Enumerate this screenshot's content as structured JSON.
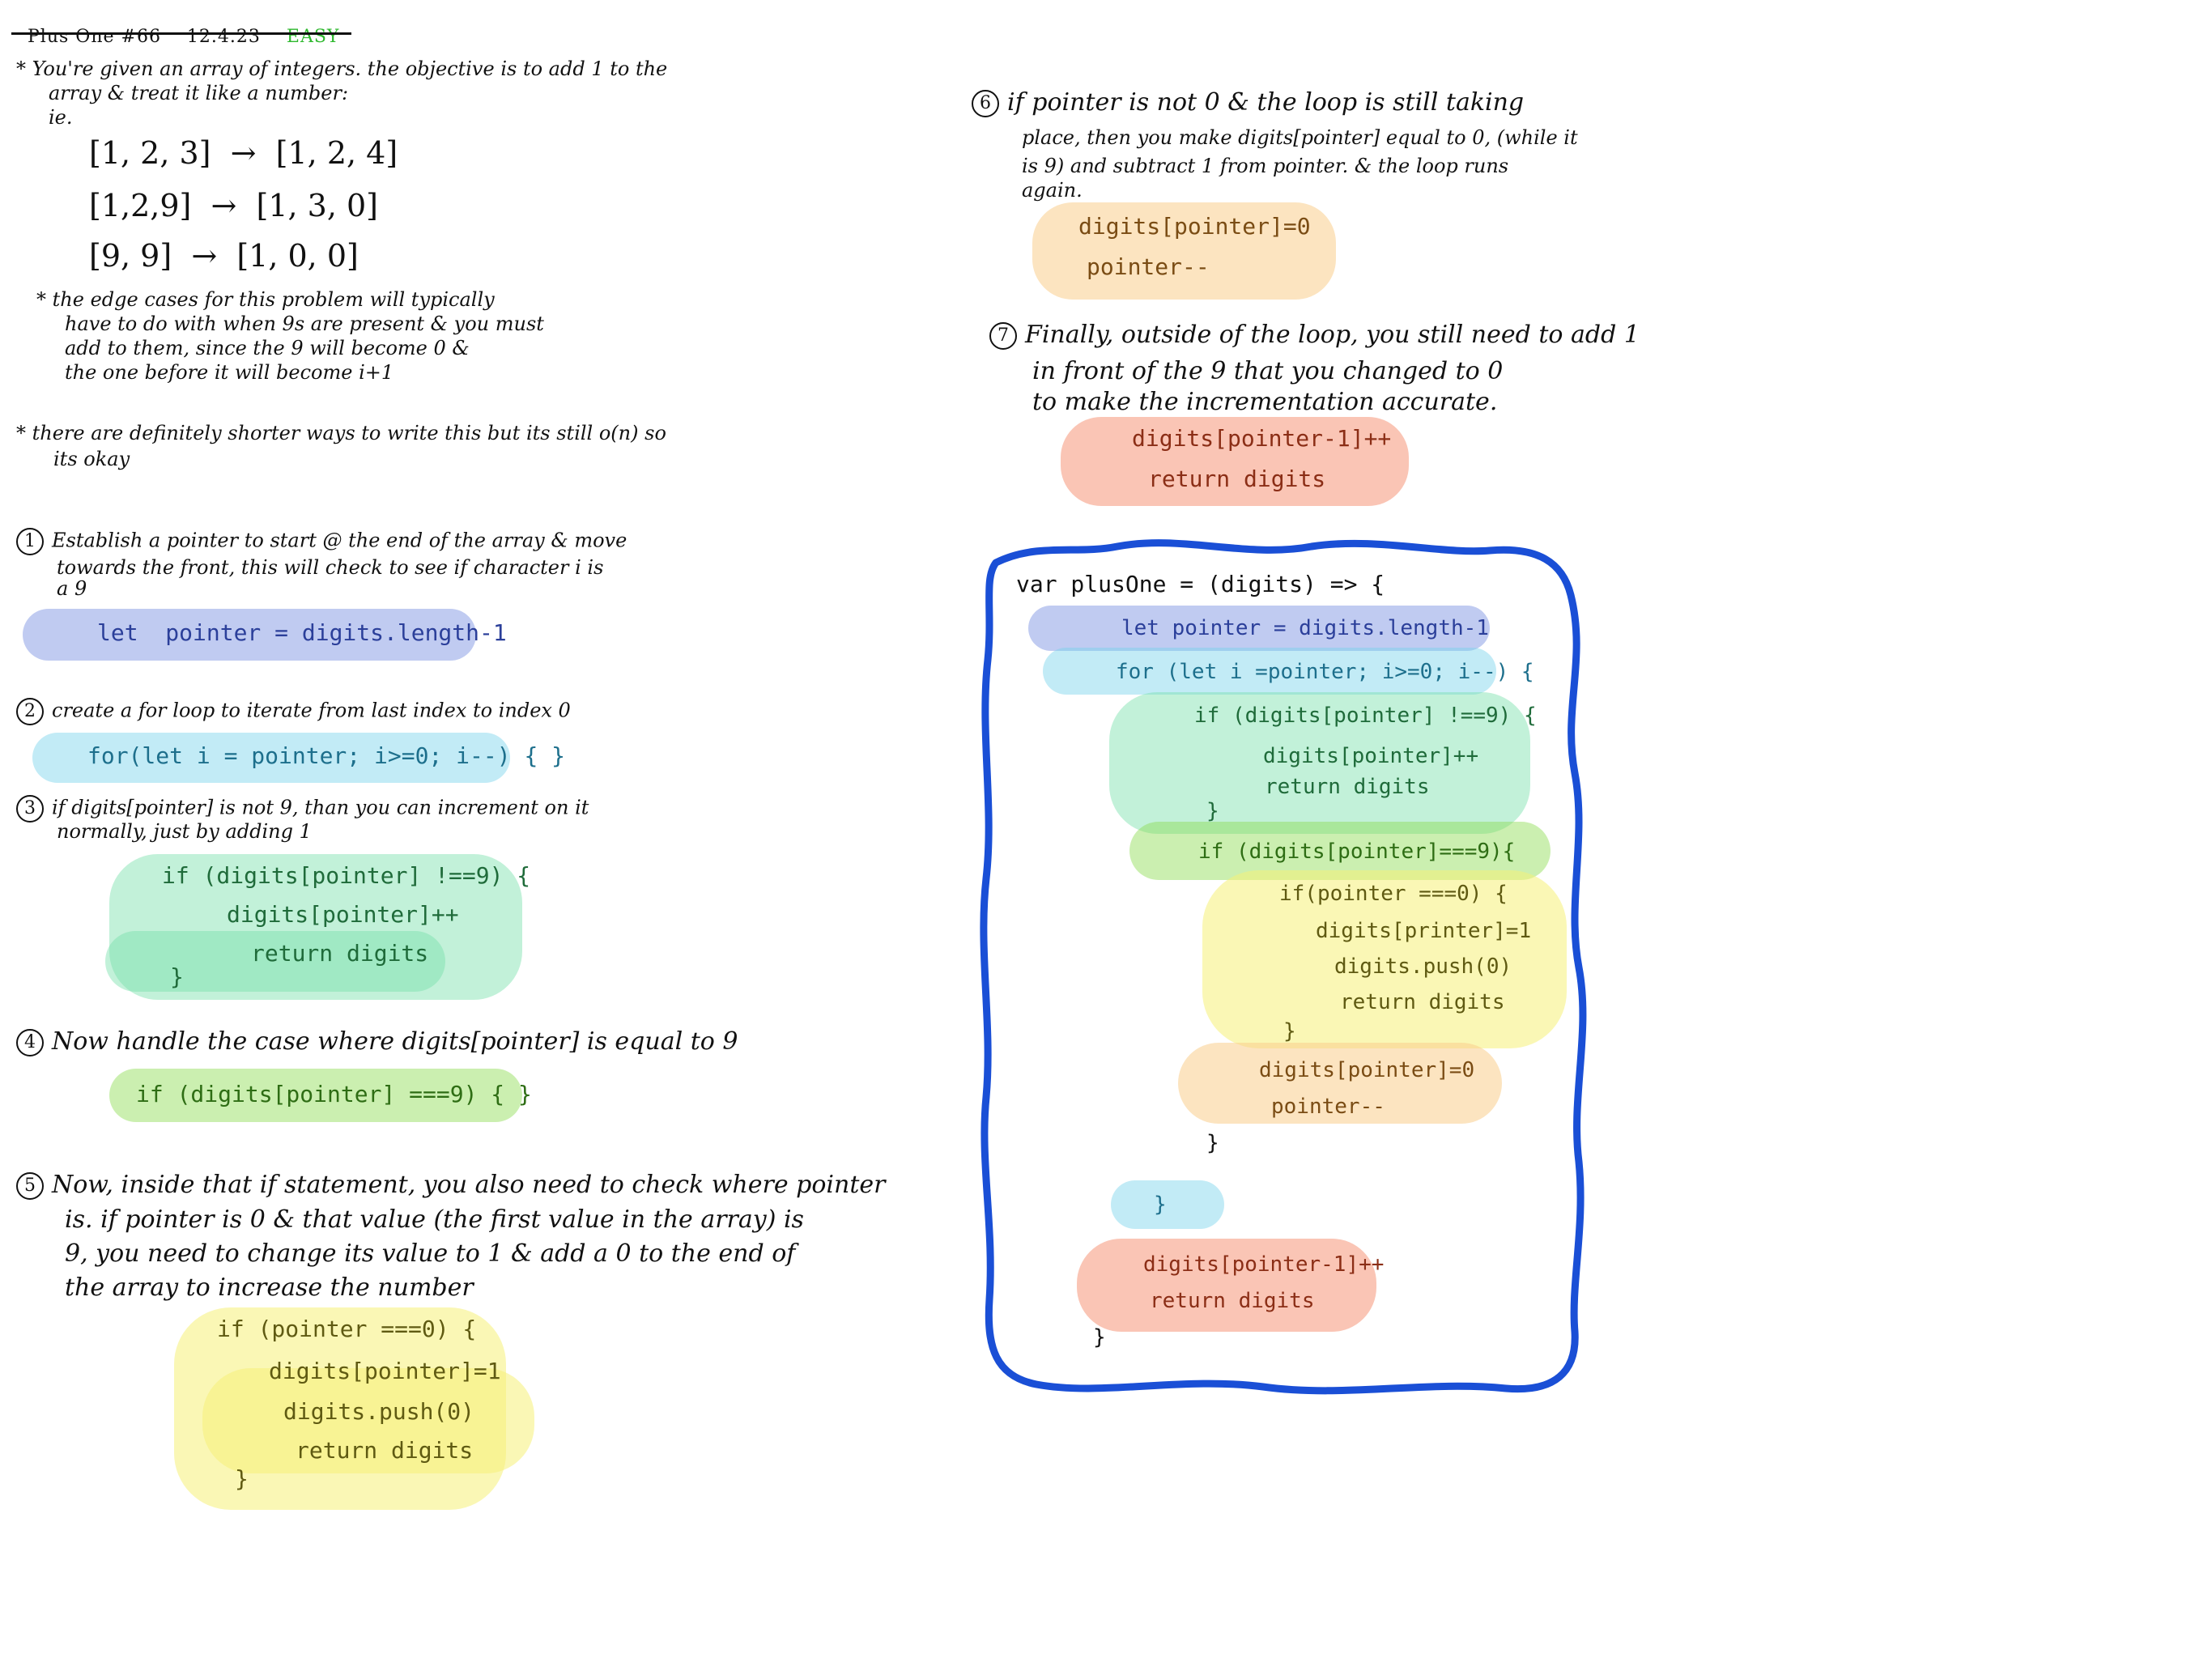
{
  "header": {
    "title": "Plus One #66",
    "date": "12.4.23",
    "difficulty": "EASY"
  },
  "intro": {
    "line1": "* You're given an array of integers. the objective is to add 1 to the",
    "line2": "array & treat it like a number:",
    "line3": "ie.",
    "examples": [
      "[1, 2, 3]  →  [1, 2, 4]",
      "[1,2,9]  →  [1, 3, 0]",
      "[9, 9]  →  [1, 0, 0]"
    ],
    "edge1": "* the edge cases for this problem will typically",
    "edge2": "have to do with when 9s are present & you must",
    "edge3": "add to them, since the 9 will become 0 &",
    "edge4": "the one before it will become i+1",
    "note1": "* there are definitely shorter ways to write this but its still o(n) so",
    "note2": "its okay"
  },
  "steps": {
    "s1": {
      "n": "1",
      "line1": "Establish a pointer to start @ the end of the array & move",
      "line2": "towards the front, this will check to see if character i is",
      "line3": "a 9",
      "code": "let  pointer = digits.length-1"
    },
    "s2": {
      "n": "2",
      "line1": "create a for loop to iterate from last index to index 0",
      "code": "for(let i = pointer; i>=0; i--) { }"
    },
    "s3": {
      "n": "3",
      "line1": "if digits[pointer] is not 9, than you can increment on it",
      "line2": "normally, just by adding 1",
      "code1": "if (digits[pointer] !==9) {",
      "code2": "digits[pointer]++",
      "code3": "return digits",
      "code4": "}"
    },
    "s4": {
      "n": "4",
      "line1": "Now handle the case where digits[pointer] is equal to 9",
      "code": "if (digits[pointer] ===9) { }"
    },
    "s5": {
      "n": "5",
      "line1": "Now, inside that if statement, you also need to check where pointer",
      "line2": "is. if pointer is 0 & that value (the first value in the array) is",
      "line3": "9, you need to change its value to 1 & add a 0 to the end of",
      "line4": "the array to increase the number",
      "code1": "if (pointer ===0) {",
      "code2": "digits[pointer]=1",
      "code3": "digits.push(0)",
      "code4": "return digits",
      "code5": "}"
    },
    "s6": {
      "n": "6",
      "line1": "if pointer is not 0 & the loop is still taking",
      "line2": "place, then you make digits[pointer] equal to 0, (while it",
      "line3": "is 9) and subtract 1 from pointer. & the loop runs",
      "line4": "again.",
      "code1": "digits[pointer]=0",
      "code2": "pointer--"
    },
    "s7": {
      "n": "7",
      "line1": "Finally, outside of the loop, you still need to add 1",
      "line2": "in front of the 9 that you changed to 0",
      "line3": "to make the incrementation accurate.",
      "code1": "digits[pointer-1]++",
      "code2": "return digits"
    }
  },
  "full_code": {
    "l1": "var plusOne = (digits) => {",
    "l2": "let pointer = digits.length-1",
    "l3": "for (let i =pointer; i>=0; i--) {",
    "l4": "if (digits[pointer] !==9) {",
    "l5": "digits[pointer]++",
    "l6": "return digits",
    "l7": "}",
    "l8": "if (digits[pointer]===9){",
    "l9": "if(pointer ===0) {",
    "l10": "digits[printer]=1",
    "l11": "digits.push(0)",
    "l12": "return digits",
    "l13": "}",
    "l14": "digits[pointer]=0",
    "l15": "pointer--",
    "l16": "}",
    "l17": "}",
    "l18": "digits[pointer-1]++",
    "l19": "return digits",
    "l20": "}"
  },
  "colors": {
    "outline": "#1a4fd6",
    "difficulty": "#2eb82e"
  }
}
